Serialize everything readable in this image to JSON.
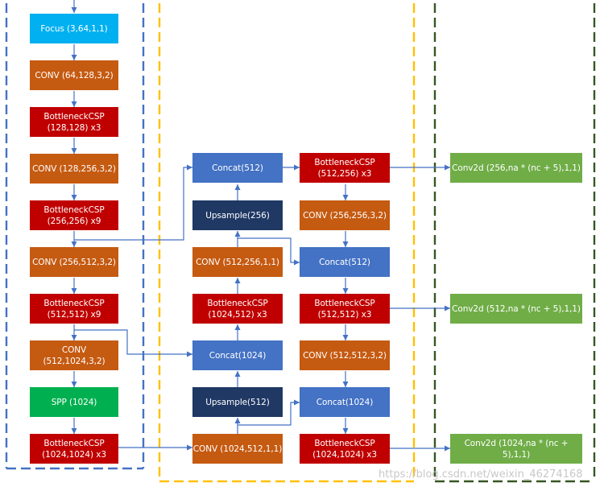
{
  "diagram": {
    "nodes": {
      "focus": "Focus (3,64,1,1)",
      "conv_64_128": "CONV (64,128,3,2)",
      "csp_128_l1": "BottleneckCSP",
      "csp_128_l2": "(128,128) x3",
      "conv_128_256": "CONV (128,256,3,2)",
      "csp_256_l1": "BottleneckCSP",
      "csp_256_l2": "(256,256) x9",
      "conv_256_512": "CONV (256,512,3,2)",
      "csp_512_l1": "BottleneckCSP",
      "csp_512_l2": "(512,512) x9",
      "conv_512_1024": "CONV (512,1024,3,2)",
      "spp": "SPP (1024)",
      "csp_1024_l1": "BottleneckCSP",
      "csp_1024_l2": "(1024,1024) x3",
      "concat_512_a": "Concat(512)",
      "upsample_256": "Upsample(256)",
      "conv_512_256_1_1": "CONV (512,256,1,1)",
      "csp_1024_512_l1": "BottleneckCSP",
      "csp_1024_512_l2": "(1024,512) x3",
      "concat_1024_a": "Concat(1024)",
      "upsample_512": "Upsample(512)",
      "conv_1024_512_1_1": "CONV (1024,512,1,1)",
      "csp_512_256_l1": "BottleneckCSP",
      "csp_512_256_l2": "(512,256) x3",
      "conv_256_256": "CONV (256,256,3,2)",
      "concat_512_b": "Concat(512)",
      "csp_512_512_l1": "BottleneckCSP",
      "csp_512_512_l2": "(512,512) x3",
      "conv_512_512": "CONV (512,512,3,2)",
      "concat_1024_b": "Concat(1024)",
      "csp_1024_1024_r_l1": "BottleneckCSP",
      "csp_1024_1024_r_l2": "(1024,1024) x3",
      "out_256": "Conv2d (256,na * (nc + 5),1,1)",
      "out_512": "Conv2d (512,na * (nc + 5),1,1)",
      "out_1024": "Conv2d (1024,na * (nc + 5),1,1)"
    },
    "colors": {
      "focus": "#00b0f0",
      "conv": "#c55a11",
      "bottleneck_csp": "#c00000",
      "spp": "#00b050",
      "concat": "#4472c4",
      "upsample": "#1f3864",
      "conv2d_output": "#70ad47",
      "arrow": "#4472c4",
      "border_backbone": "#4472c4",
      "border_neck": "#ffc000",
      "border_head": "#375623"
    }
  },
  "watermark": "https://blog.csdn.net/weixin_46274168"
}
